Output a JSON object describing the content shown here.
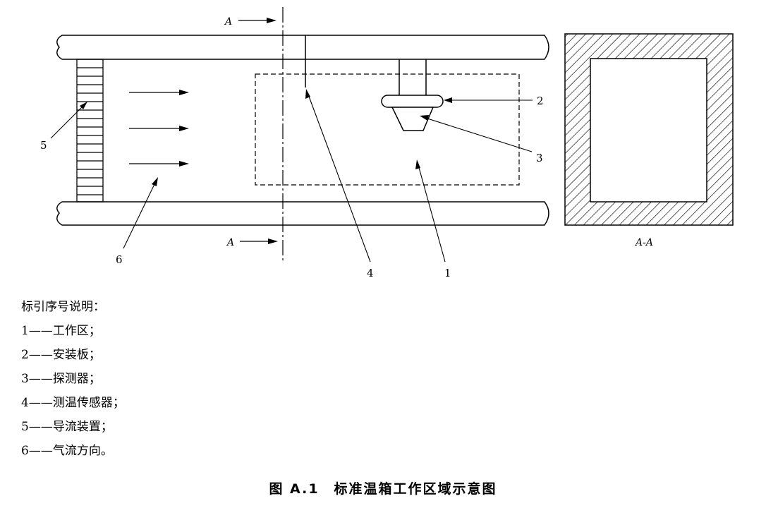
{
  "diagram": {
    "labels": {
      "n1": "1",
      "n2": "2",
      "n3": "3",
      "n4": "4",
      "n5": "5",
      "n6": "6"
    },
    "section_marker": "A",
    "section_view_label": "A-A"
  },
  "legend": {
    "title": "标引序号说明：",
    "items": [
      "1——工作区；",
      "2——安装板；",
      "3——探测器；",
      "4——测温传感器；",
      "5——导流装置；",
      "6——气流方向。"
    ]
  },
  "caption": "图 A.1　标准温箱工作区域示意图"
}
